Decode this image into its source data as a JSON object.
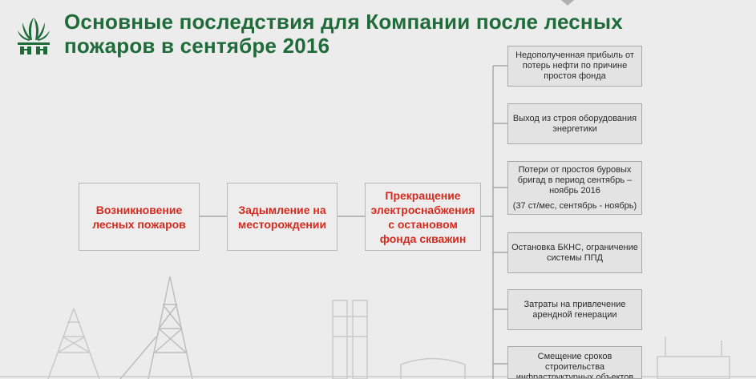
{
  "title": "Основные последствия для Компании после лесных пожаров в сентябре 2016",
  "logo": {
    "icon": "company-logo-icon",
    "color": "#1f6b3a"
  },
  "chain": [
    "Возникновение лесных пожаров",
    "Задымление на месторождении",
    "Прекращение электроснабжения с остановом фонда скважин"
  ],
  "consequences": [
    {
      "text": "Недополученная прибыль от потерь нефти по причине простоя фонда"
    },
    {
      "text": "Выход из строя оборудования энергетики"
    },
    {
      "text": "Потери от простоя буровых бригад в период сентябрь – ноябрь 2016",
      "note": "(37 ст/мес, сентябрь - ноябрь)"
    },
    {
      "text": "Остановка БКНС, ограничение системы ППД"
    },
    {
      "text": "Затраты на привлечение арендной генерации"
    },
    {
      "text": "Смещение сроков строительства инфраструктурных объектов"
    }
  ],
  "colors": {
    "title": "#1f6b3a",
    "chain_text": "#d42b1e",
    "lines": "#9a9a9a"
  }
}
